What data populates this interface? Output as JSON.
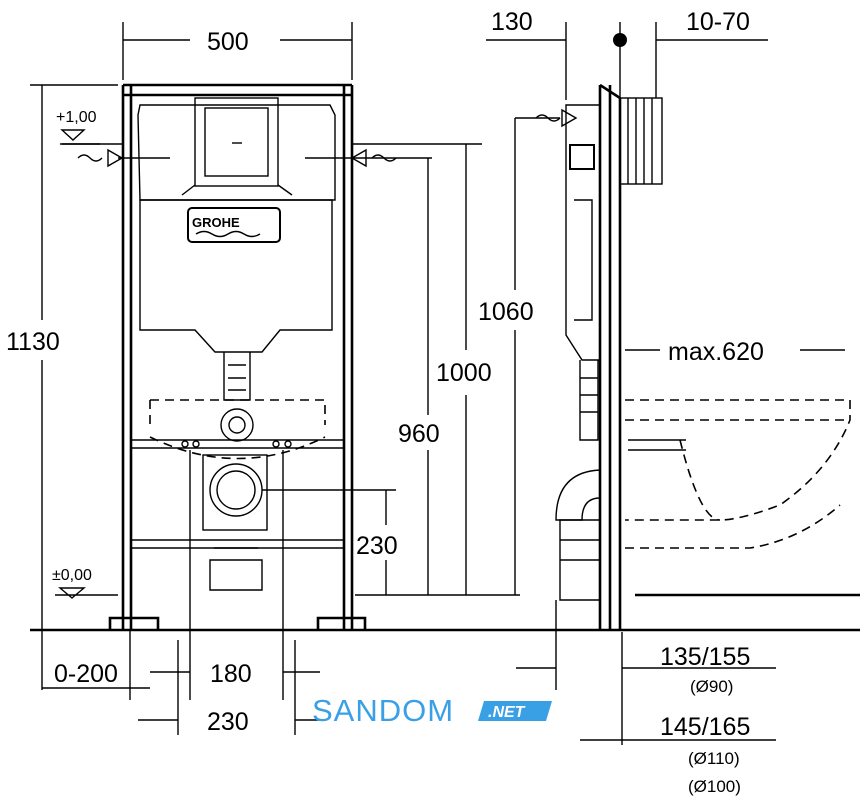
{
  "brand": "GROHE",
  "front_view": {
    "width_top": "500",
    "height_total": "1130",
    "level_top": "+1,00",
    "level_bottom": "±0,00",
    "height_1000": "1000",
    "height_960": "960",
    "height_230": "230",
    "offset_floor": "0-200",
    "bolt_spacing": "180",
    "pipe_spacing": "230"
  },
  "side_view": {
    "depth_130": "130",
    "adjust_10_70": "10-70",
    "height_1060": "1060",
    "max_620": "max.620",
    "depth_135_155": "135/155",
    "dia_90": "(Ø90)",
    "depth_145_165": "145/165",
    "dia_110": "(Ø110)",
    "dia_100": "(Ø100)"
  },
  "watermark": {
    "text": "SANDOM",
    "tag": ".NET",
    "color": "#3aa0e6"
  }
}
